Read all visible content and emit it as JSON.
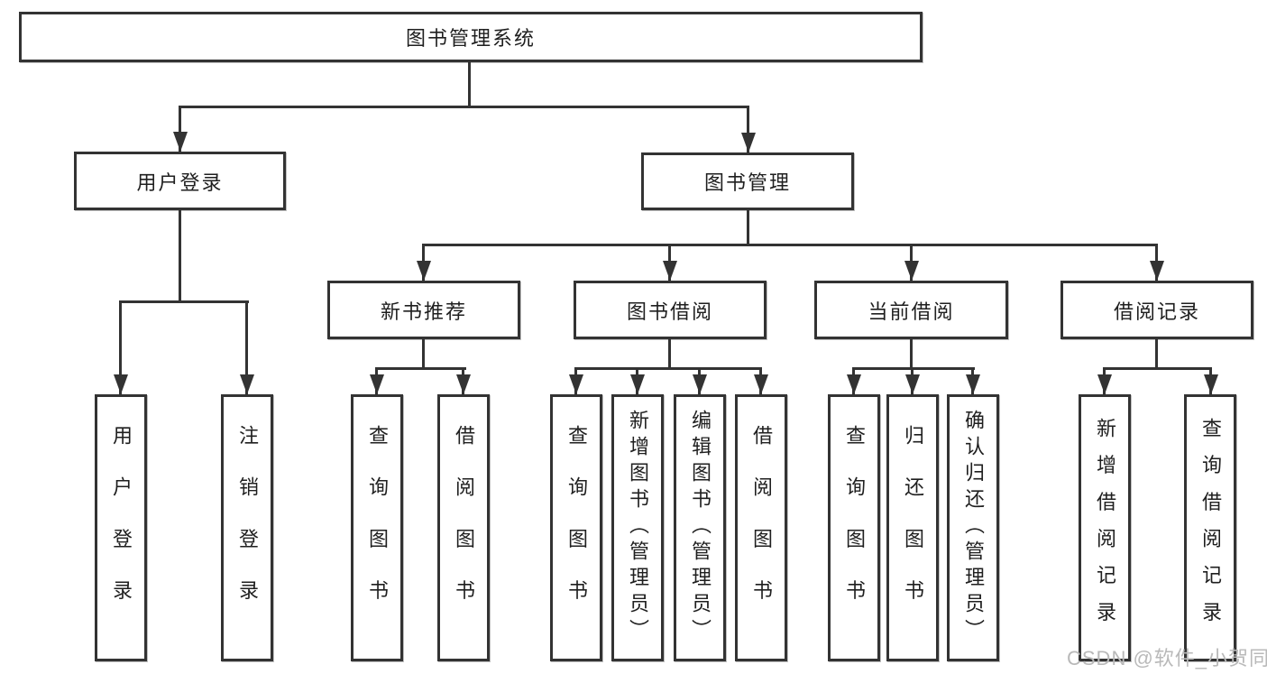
{
  "diagram": {
    "root": {
      "label": "图书管理系统"
    },
    "level2": [
      {
        "label": "用户登录"
      },
      {
        "label": "图书管理"
      }
    ],
    "level3": [
      {
        "label": "新书推荐"
      },
      {
        "label": "图书借阅"
      },
      {
        "label": "当前借阅"
      },
      {
        "label": "借阅记录"
      }
    ],
    "leaves": [
      {
        "label": "用户登录"
      },
      {
        "label": "注销登录"
      },
      {
        "label": "查询图书"
      },
      {
        "label": "借阅图书"
      },
      {
        "label": "查询图书"
      },
      {
        "label": "新增图书（管理员）"
      },
      {
        "label": "编辑图书（管理员）"
      },
      {
        "label": "借阅图书"
      },
      {
        "label": "查询图书"
      },
      {
        "label": "归还图书"
      },
      {
        "label": "确认归还（管理员）"
      },
      {
        "label": "新增借阅记录"
      },
      {
        "label": "查询借阅记录"
      }
    ]
  },
  "watermark": {
    "text": "CSDN @软件_小贺同学"
  },
  "colors": {
    "line": "#333333",
    "box_border": "#333333",
    "text": "#1f1f1f",
    "watermark": "#b9b9b9",
    "background": "#ffffff"
  }
}
